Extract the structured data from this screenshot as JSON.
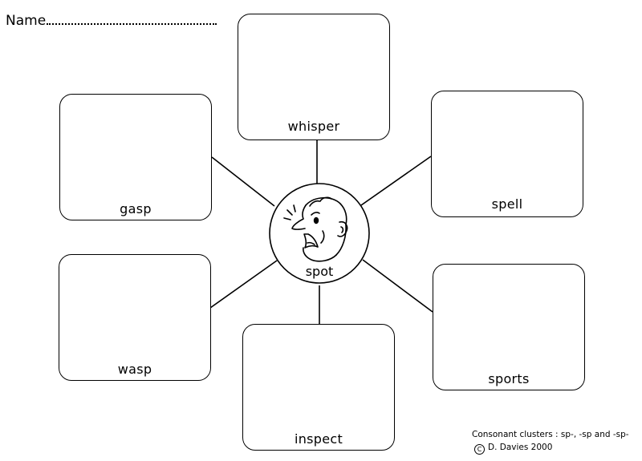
{
  "header": {
    "name_label": "Name"
  },
  "center": {
    "word": "spot"
  },
  "boxes": {
    "whisper": "whisper",
    "gasp": "gasp",
    "spell": "spell",
    "wasp": "wasp",
    "sports": "sports",
    "inspect": "inspect"
  },
  "footer": {
    "topic": "Consonant clusters : sp-, -sp and -sp-",
    "copyright_symbol": "C",
    "credit": "D. Davies 2000"
  }
}
